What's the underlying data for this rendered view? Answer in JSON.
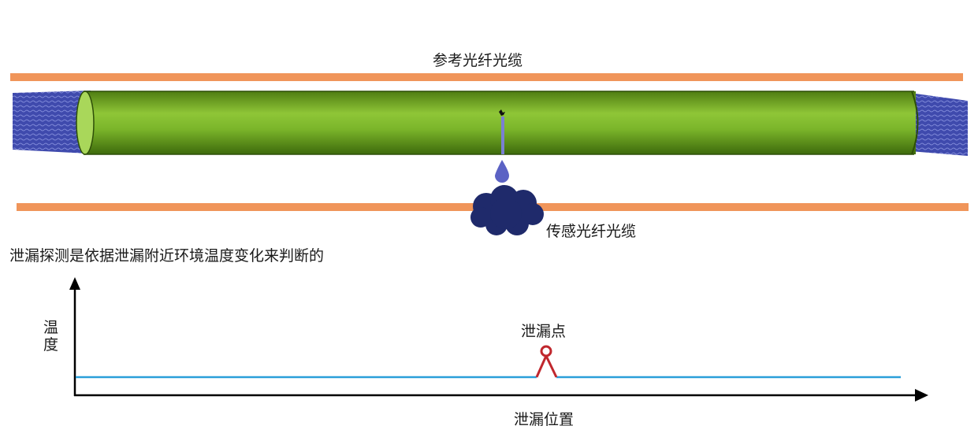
{
  "labels": {
    "reference_cable": "参考光纤光缆",
    "sensing_cable": "传感光纤光缆",
    "description": "泄漏探测是依据泄漏附近环境温度变化来判断的",
    "y_axis": "温度",
    "leak_point": "泄漏点",
    "x_axis": "泄漏位置"
  },
  "colors": {
    "cable": "#f0955a",
    "pipe": "#7fb52a",
    "insulation": "#3a47a8",
    "drop": "#5b62c4",
    "puddle": "#1f2a6b",
    "temperature_line": "#2b9fd9",
    "leak_marker": "#c0272d",
    "axis": "#000000"
  }
}
